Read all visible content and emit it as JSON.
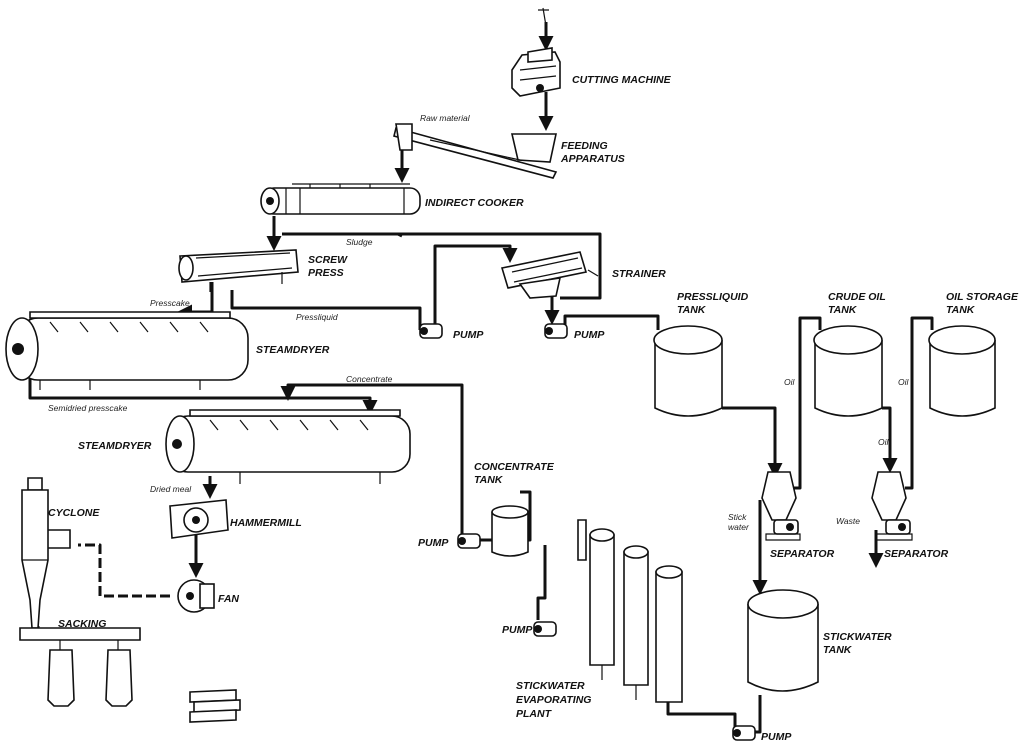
{
  "labels": {
    "cutting_machine": "CUTTING MACHINE",
    "raw_material": "Raw material",
    "feeding_apparatus_1": "FEEDING",
    "feeding_apparatus_2": "APPARATUS",
    "indirect_cooker": "INDIRECT COOKER",
    "sludge": "Sludge",
    "screw_press_1": "SCREW",
    "screw_press_2": "PRESS",
    "strainer": "STRAINER",
    "presscake": "Presscake",
    "pressliquid": "Pressliquid",
    "pump1": "PUMP",
    "pump2": "PUMP",
    "pressliquid_tank_1": "PRESSLIQUID",
    "pressliquid_tank_2": "TANK",
    "crude_oil_tank_1": "CRUDE OIL",
    "crude_oil_tank_2": "TANK",
    "oil_storage_tank_1": "OIL STORAGE",
    "oil_storage_tank_2": "TANK",
    "steamdryer1": "STEAMDRYER",
    "concentrate": "Concentrate",
    "semidried_presscake": "Semidried presscake",
    "steamdryer2": "STEAMDRYER",
    "oil1": "Oil",
    "oil2": "Oil",
    "oil3": "Oil",
    "concentrate_tank_1": "CONCENTRATE",
    "concentrate_tank_2": "TANK",
    "cyclone": "CYCLONE",
    "dried_meal": "Dried meal",
    "hammermill": "HAMMERMILL",
    "stick_water_1": "Stick",
    "stick_water_2": "water",
    "waste": "Waste",
    "pump3": "PUMP",
    "separator1": "SEPARATOR",
    "separator2": "SEPARATOR",
    "fan": "FAN",
    "sacking": "SACKING",
    "pump4": "PUMP",
    "stickwater_tank_1": "STICKWATER",
    "stickwater_tank_2": "TANK",
    "evaporating_1": "STICKWATER",
    "evaporating_2": "EVAPORATING",
    "evaporating_3": "PLANT",
    "pump5": "PUMP"
  }
}
